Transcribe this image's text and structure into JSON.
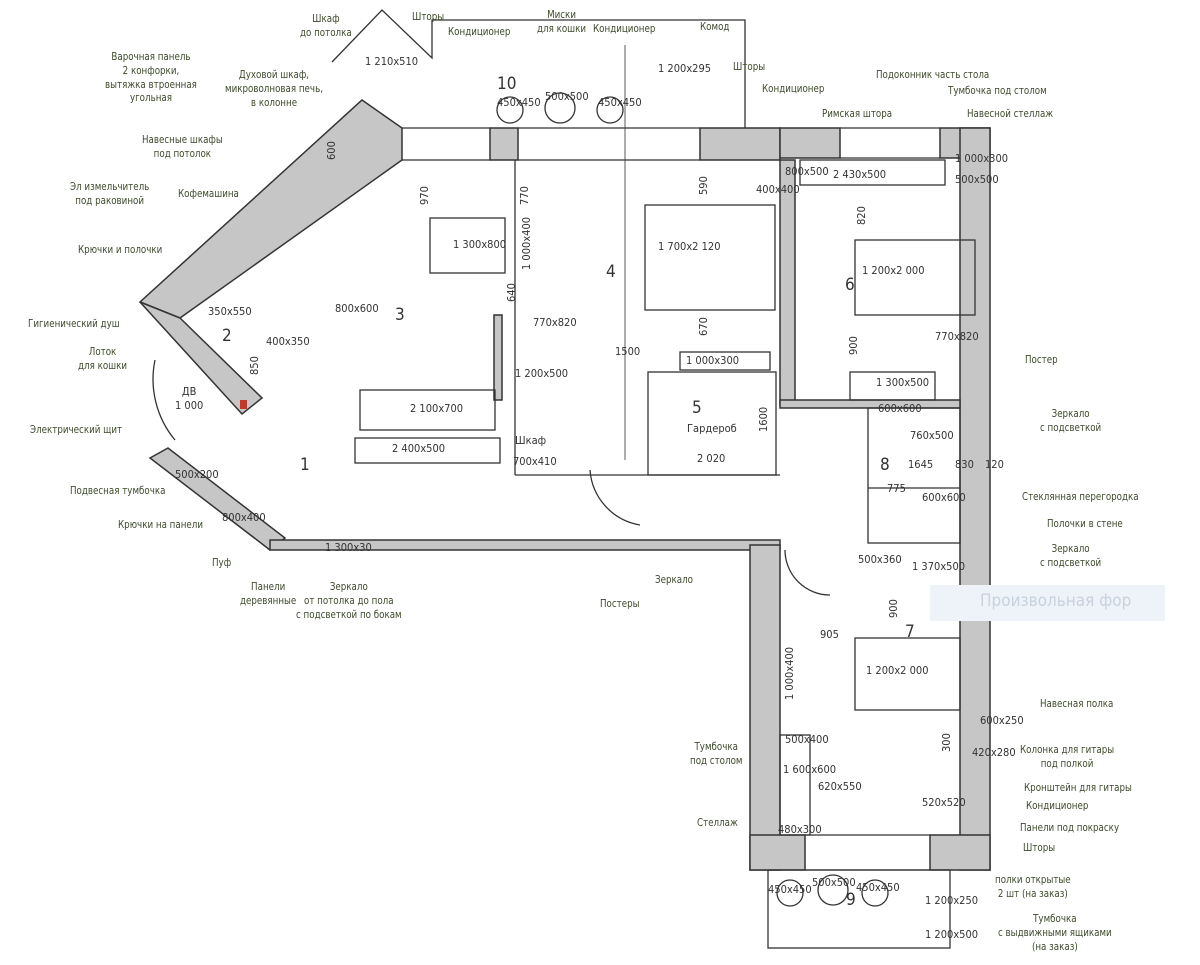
{
  "colors": {
    "wall": "#c6c6c6",
    "line": "#333333",
    "annotation": "#3d4a2c"
  },
  "rooms": [
    "1",
    "2",
    "3",
    "4",
    "5",
    "6",
    "7",
    "8",
    "9",
    "10"
  ],
  "annotations": [
    "Шкаф\nдо потолка",
    "Шторы",
    "Кондиционер",
    "Миски\nдля кошки",
    "Кондиционер",
    "Комод",
    "Шторы",
    "Кондиционер",
    "Подоконник часть стола",
    "Тумбочка под столом",
    "Римская штора",
    "Навесной стеллаж",
    "Варочная панель\n2 конфорки,\nвытяжка втроенная\nугольная",
    "Духовой шкаф,\nмикроволновая печь,\nв колонне",
    "Навесные шкафы\nпод потолок",
    "Эл измельчитель\nпод раковиной",
    "Кофемашина",
    "Крючки и полочки",
    "Гигиенический душ",
    "Лоток\nдля кошки",
    "Электрический щит",
    "Подвесная тумбочка",
    "Крючки на панели",
    "Пуф",
    "Панели\nдеревянные",
    "Зеркало\nот потолка до пола\nс подсветкой по бокам",
    "Постеры",
    "Зеркало",
    "Постер",
    "Зеркало\nс подсветкой",
    "Стеклянная перегородка",
    "Полочки в стене",
    "Зеркало\nс подсветкой",
    "Навесная полка",
    "Колонка для гитары\nпод полкой",
    "Кронштейн для гитары",
    "Кондиционер",
    "Панели под покраску",
    "Шторы",
    "Тумбочка\nпод столом",
    "Стеллаж",
    "полки открытые\n2 шт (на заказ)",
    "Тумбочка\nс выдвижными ящиками\n(на заказ)"
  ],
  "dimensions": [
    "1 210x510",
    "450x450",
    "500x500",
    "450x450",
    "1 200x295",
    "970",
    "770",
    "1 300x800",
    "1 000x400",
    "640",
    "590",
    "400x400",
    "1 700x2 120",
    "670",
    "770x820",
    "1500",
    "1 000x300",
    "1 200x500",
    "Гардероб",
    "1600",
    "2 020",
    "Шкаф",
    "700x410",
    "2 100x700",
    "2 400x500",
    "800x600",
    "600",
    "1 300x30",
    "ДВ\n1 000",
    "850",
    "350x550",
    "400x350",
    "500x200",
    "800x400",
    "800x500",
    "2 430x500",
    "1 000x300",
    "500x500",
    "820",
    "1 200x2 000",
    "900",
    "770x820",
    "1 300x500",
    "600x600",
    "760x500",
    "1645",
    "830",
    "120",
    "775",
    "600x600",
    "500x360",
    "1 370x500",
    "900",
    "905",
    "1 200x2 000",
    "1 000x400",
    "600x250",
    "300",
    "420x280",
    "500x400",
    "1 600x600",
    "620x550",
    "520x520",
    "480x300",
    "450x450",
    "500x500",
    "450x450",
    "1 200x250",
    "1 200x500"
  ],
  "watermark": "Произвольная фор"
}
